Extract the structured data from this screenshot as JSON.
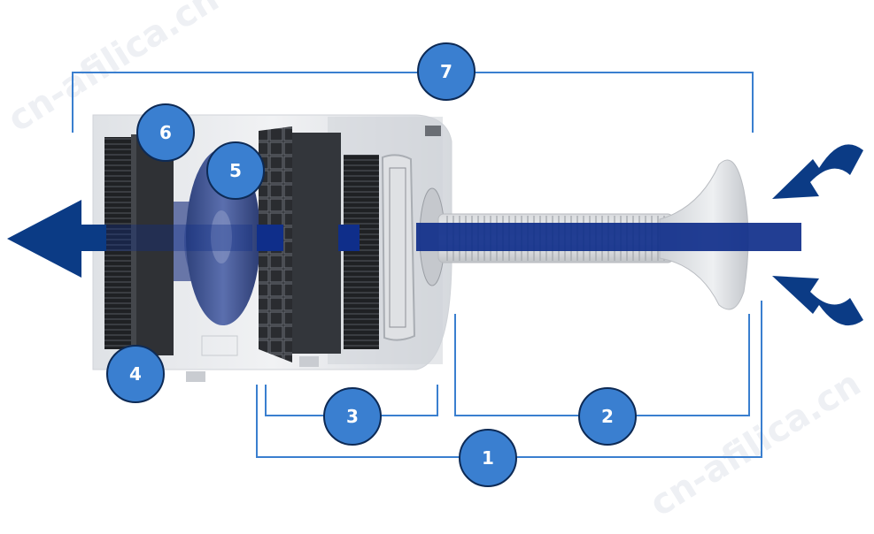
{
  "colors": {
    "bracket": "#3a7fcf",
    "badge_fill": "#3a7fd0",
    "badge_stroke": "#0d2a55",
    "airflow": "#0f2e8a",
    "arrow": "#0b3b85",
    "housing": "#e9ebee",
    "filter_dark": "#2b2d30",
    "fan": "#3a4f8c",
    "watermark": "#eef0f4"
  },
  "watermark": {
    "text": "cn-afilica.cn"
  },
  "labels": {
    "one": "1",
    "two": "2",
    "three": "3",
    "four": "4",
    "five": "5",
    "six": "6",
    "seven": "7"
  }
}
